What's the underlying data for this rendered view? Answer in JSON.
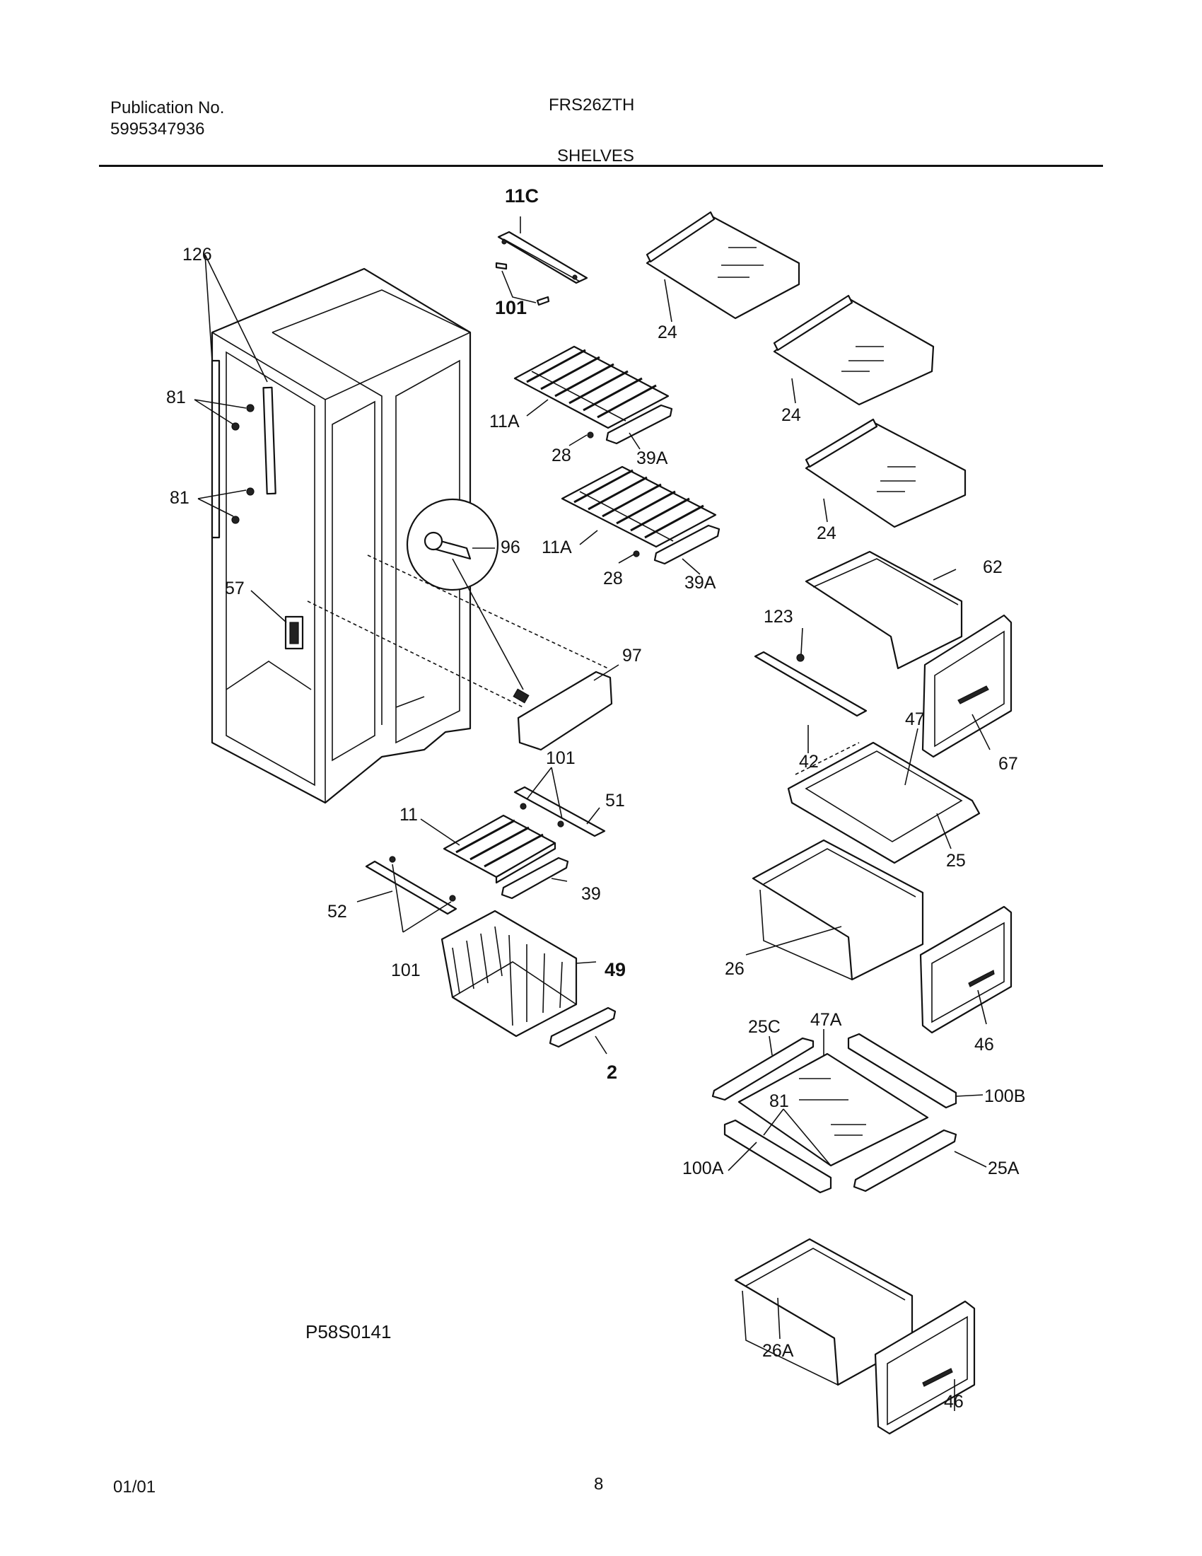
{
  "header": {
    "publication_label": "Publication No.",
    "publication_number": "5995347936",
    "model": "FRS26ZTH",
    "section": "SHELVES"
  },
  "footer": {
    "date": "01/01",
    "page": "8"
  },
  "diagram": {
    "code": "P58S0141",
    "callouts": {
      "c11C": "11C",
      "c101_top": "101",
      "c24_a": "24",
      "c24_b": "24",
      "c24_c": "24",
      "c126": "126",
      "c81_a": "81",
      "c81_b": "81",
      "c11A_a": "11A",
      "c28_a": "28",
      "c39A_a": "39A",
      "c11A_b": "11A",
      "c28_b": "28",
      "c39A_b": "39A",
      "c96": "96",
      "c57": "57",
      "c97": "97",
      "c62": "62",
      "c123": "123",
      "c42": "42",
      "c47": "47",
      "c67": "67",
      "c101_mid": "101",
      "c51": "51",
      "c11": "11",
      "c39": "39",
      "c52": "52",
      "c101_low": "101",
      "c49": "49",
      "c2": "2",
      "c25": "25",
      "c26": "26",
      "c46_a": "46",
      "c25C": "25C",
      "c47A": "47A",
      "c81_c": "81",
      "c100B": "100B",
      "c100A": "100A",
      "c25A": "25A",
      "c26A": "26A",
      "c46_b": "46"
    }
  }
}
